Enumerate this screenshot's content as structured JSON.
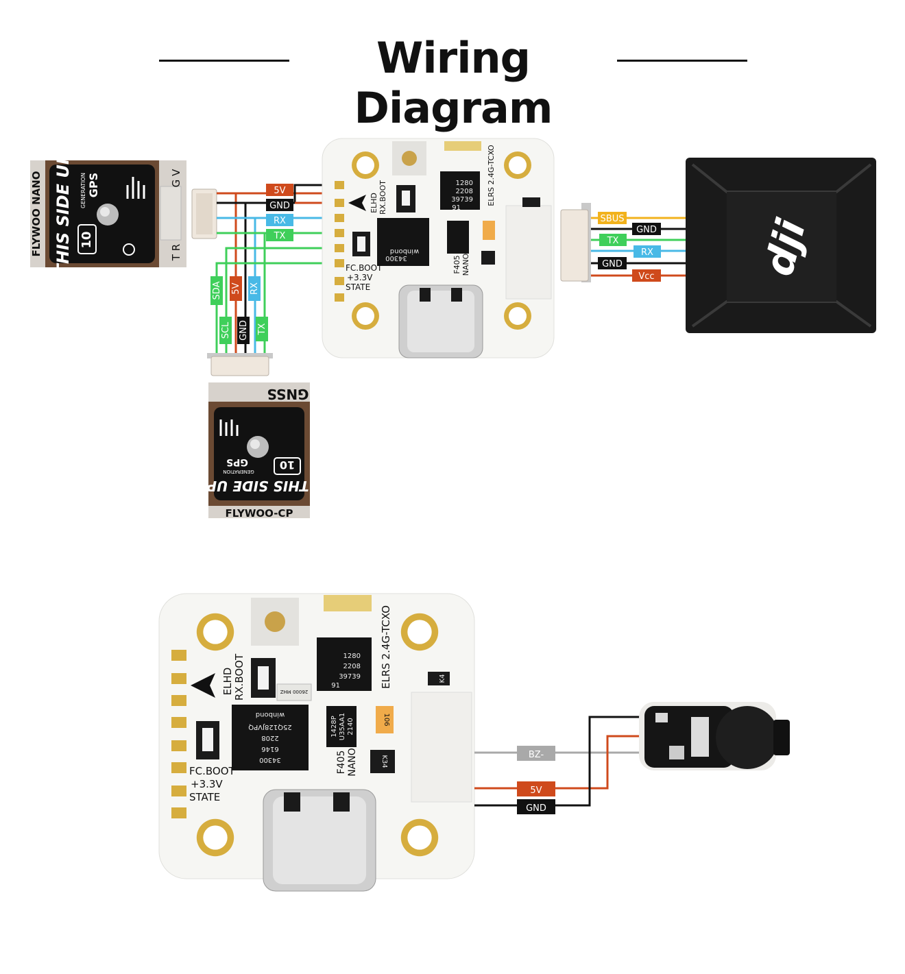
{
  "title": "Wiring Diagram",
  "colors": {
    "red": "#cf4a1c",
    "black": "#111111",
    "blue": "#48b9e6",
    "green": "#3fcf5a",
    "yellow": "#f2b21c",
    "gray": "#a9a9a9",
    "board": "#f6f6f3",
    "pad": "#c9a13a"
  },
  "gps_top": {
    "brand": "FLYWOO NANO",
    "line1": "THIS SIDE UP",
    "line2": "GENERATION",
    "line3": "GPS",
    "gen": "10",
    "pins_top": "G V",
    "pins_bottom": "T R"
  },
  "gps_bottom": {
    "brand": "FLYWOO-CP",
    "tag": "GNSS",
    "line1": "THIS SIDE UP",
    "line2": "GENERATION",
    "line3": "GPS",
    "gen": "10"
  },
  "gps_wires": [
    "5V",
    "GND",
    "RX",
    "TX"
  ],
  "i2c_wires": [
    "SDA",
    "5V",
    "RX",
    "SCL",
    "GND",
    "TX"
  ],
  "dji_wires": [
    "SBUS",
    "GND",
    "TX",
    "RX",
    "GND",
    "Vcc"
  ],
  "buzzer_wires": [
    "BZ-",
    "5V",
    "GND"
  ],
  "board": {
    "elrs": "ELRS 2.4G-TCXO",
    "elhd": "ELHD",
    "rxboot": "RX.BOOT",
    "fcboot": "FC.BOOT",
    "v33": "+3.3V",
    "state": "STATE",
    "f405": "F405",
    "nano": "NANO",
    "chip_main": [
      "34300",
      "6146",
      "2208",
      "25Q128JVPQ",
      "winbond"
    ],
    "chip_rf": [
      "1280",
      "2208",
      "39739",
      "91"
    ],
    "chip_small": [
      "1428P",
      "U35AA1",
      "2140"
    ],
    "k34": "K34",
    "k4": "K4",
    "cap": "106",
    "crystal": "26000 MHZ"
  },
  "vtx_logo": "dji"
}
